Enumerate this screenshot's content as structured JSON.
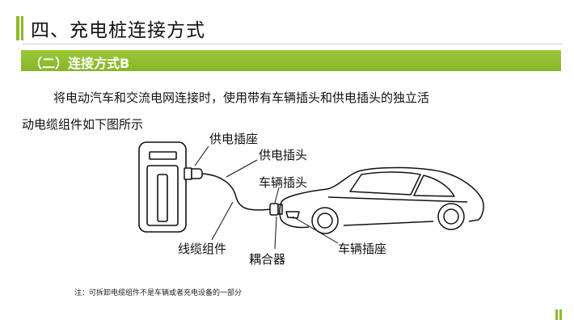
{
  "page_title": "四、充电桩连接方式",
  "section_label": "（二）连接方式B",
  "paragraph": {
    "line1": "将电动汽车和交流电网连接时，使用带有车辆插头和供电插头的独立活",
    "line2": "动电缆组件如下图所示"
  },
  "callouts": {
    "supply_socket": "供电插座",
    "supply_plug": "供电插头",
    "vehicle_plug": "车辆插头",
    "cable_assembly": "线缆组件",
    "coupler": "耦合器",
    "vehicle_inlet": "车辆插座"
  },
  "note": "注：可拆卸电缆组件不是车辆或者充电设备的一部分",
  "colors": {
    "accent": "#8dbb2a",
    "band": "#92c030"
  }
}
